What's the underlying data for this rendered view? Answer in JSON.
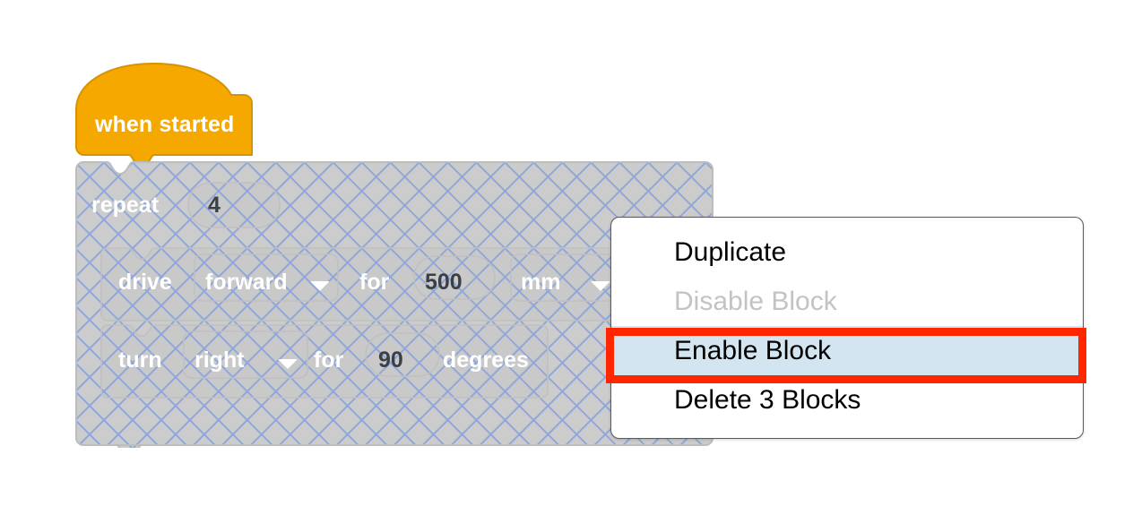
{
  "palette": {
    "event_block_fill": "#f5a800",
    "event_block_stroke": "#d89300",
    "disabled_block_fill": "#cccccc",
    "disabled_hatch_stroke": "#8ea7dd",
    "block_text": "#ffffff",
    "field_number_text": "#3b4048",
    "menu_background": "#ffffff",
    "menu_border": "#5a5a5a",
    "menu_text": "#000000",
    "menu_text_disabled": "#c3c3c3",
    "menu_highlight": "#d4e5f2",
    "annotation_red": "#ff2600",
    "canvas_background": "#ffffff"
  },
  "workspace": {
    "hat_block": {
      "label": "when started",
      "type": "event"
    },
    "repeat_block": {
      "label": "repeat",
      "count": "4",
      "disabled": true
    },
    "statements": [
      {
        "name": "drive-block",
        "label": "drive",
        "direction": "forward",
        "direction_dropdown_icon": "chevron-down-icon",
        "connector": "for",
        "value": "500",
        "unit": "mm",
        "unit_dropdown_icon": "chevron-down-icon",
        "disabled": true
      },
      {
        "name": "turn-block",
        "label": "turn",
        "direction": "right",
        "direction_dropdown_icon": "chevron-down-icon",
        "connector": "for",
        "value": "90",
        "unit": "degrees",
        "unit_dropdown_icon": null,
        "disabled": true
      }
    ]
  },
  "context_menu": {
    "items": [
      {
        "label": "Duplicate",
        "state": "normal"
      },
      {
        "label": "Disable Block",
        "state": "disabled"
      },
      {
        "label": "Enable Block",
        "state": "highlighted"
      },
      {
        "label": "Delete 3 Blocks",
        "state": "normal"
      }
    ]
  },
  "annotation": {
    "target_label": "Enable Block",
    "shape": "rectangle",
    "color": "#ff2600"
  }
}
